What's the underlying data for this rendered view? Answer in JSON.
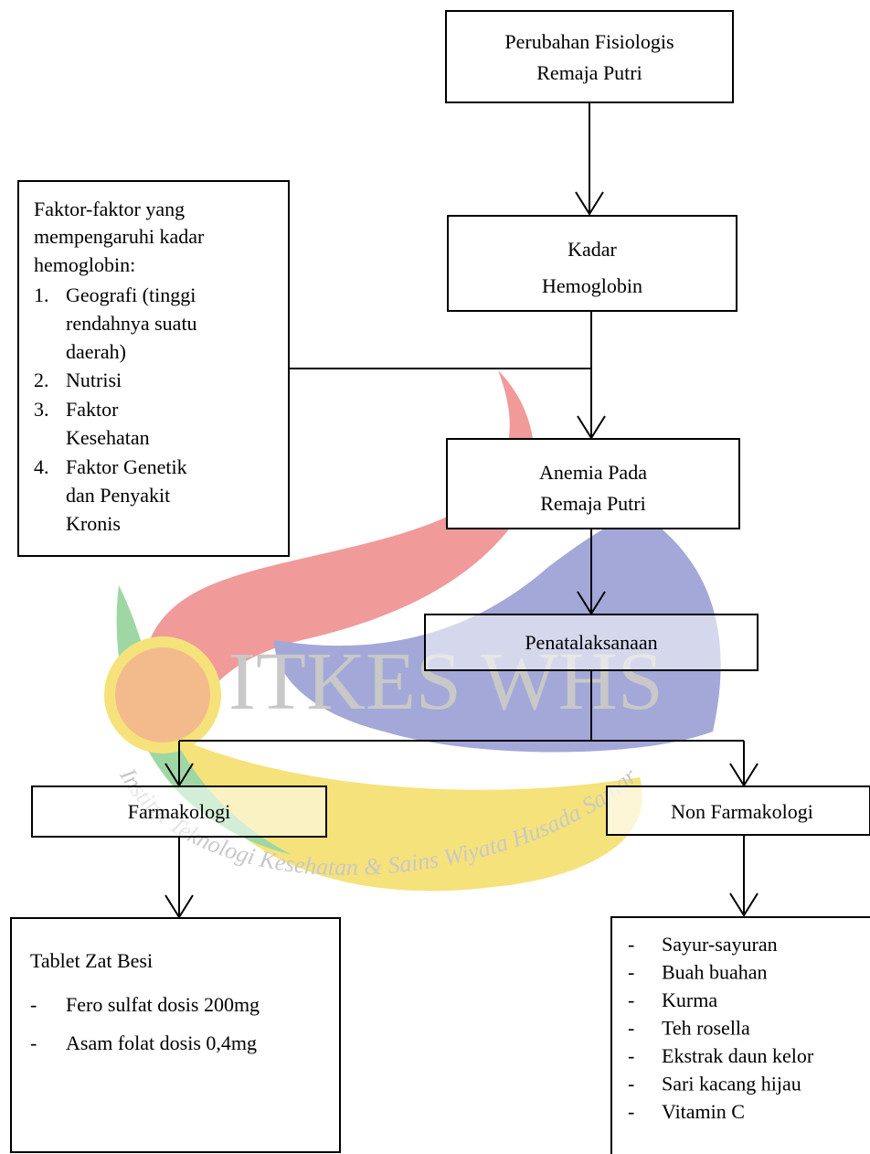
{
  "watermark": {
    "text": "ITKES WHS",
    "arc_text": "Institut Teknologi Kesehatan & Sains   Wiyata Husada Samarinda",
    "colors": {
      "red": "#f09a9a",
      "blue": "#a3a8d8",
      "yellow": "#f6e27a",
      "green": "#9fd7a4",
      "gray": "#c8c8c8"
    }
  },
  "nodes": {
    "perubahan": {
      "lines": [
        "Perubahan Fisiologis",
        "Remaja Putri"
      ]
    },
    "kadar": {
      "lines": [
        "Kadar",
        "Hemoglobin"
      ]
    },
    "faktor": {
      "intro": [
        "Faktor-faktor yang",
        "mempengaruhi kadar",
        "hemoglobin:"
      ],
      "items": [
        {
          "num": "1.",
          "lines": [
            "Geografi (tinggi",
            "rendahnya suatu",
            "daerah)"
          ]
        },
        {
          "num": "2.",
          "lines": [
            "Nutrisi"
          ]
        },
        {
          "num": "3.",
          "lines": [
            "Faktor",
            "Kesehatan"
          ]
        },
        {
          "num": "4.",
          "lines": [
            "Faktor Genetik",
            "dan Penyakit",
            "Kronis"
          ]
        }
      ]
    },
    "anemia": {
      "lines": [
        "Anemia Pada",
        "Remaja Putri"
      ]
    },
    "penatalaksanaan": {
      "label": "Penatalaksanaan"
    },
    "farmakologi": {
      "label": "Farmakologi"
    },
    "non_farmakologi": {
      "label": "Non Farmakologi"
    },
    "tablet": {
      "title": "Tablet Zat Besi",
      "items": [
        "Fero sulfat dosis 200mg",
        "Asam folat dosis 0,4mg"
      ]
    },
    "non_list": {
      "bullet": "-",
      "items": [
        "Sayur-sayuran",
        "Buah buahan",
        "Kurma",
        "Teh rosella",
        "Ekstrak daun kelor",
        "Sari kacang hijau",
        "Vitamin C"
      ]
    }
  }
}
